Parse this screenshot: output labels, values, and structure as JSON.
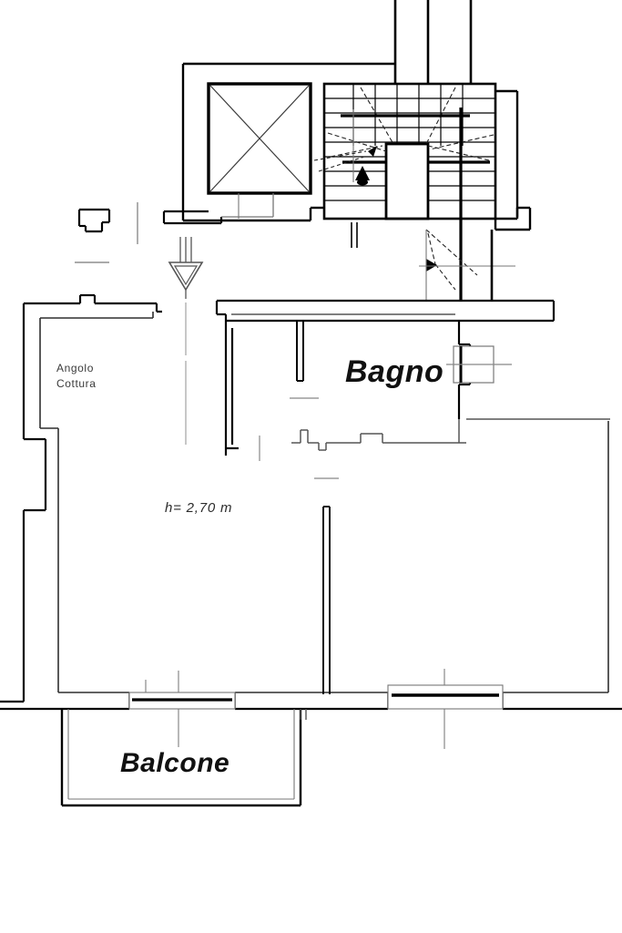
{
  "document": {
    "type": "architectural-floor-plan",
    "title": "Planimetria",
    "language": "it",
    "background_color": "#ffffff",
    "line_color": "#000000",
    "thin_line_color": "#555555"
  },
  "labels": {
    "bathroom": "Bagno",
    "balcony": "Balcone",
    "kitchen_line1": "Angolo",
    "kitchen_line2": "Cottura",
    "ceiling_height": "h= 2,70 m"
  },
  "rooms": [
    {
      "id": "angolo-cottura",
      "name": "Angolo Cottura",
      "kind": "kitchenette"
    },
    {
      "id": "bagno",
      "name": "Bagno",
      "kind": "bathroom"
    },
    {
      "id": "balcone",
      "name": "Balcone",
      "kind": "balcony"
    },
    {
      "id": "soggiorno",
      "name": "",
      "kind": "living-area"
    }
  ],
  "annotations": [
    {
      "id": "ceiling-height",
      "text": "h= 2,70 m",
      "meaning": "ceiling height 2.70 metres"
    }
  ],
  "symbols": [
    {
      "id": "elevator-shaft",
      "kind": "shaft-with-cross",
      "description": "square shaft marked with diagonal cross"
    },
    {
      "id": "staircase",
      "kind": "stair-run",
      "treads": 9,
      "description": "common stairwell with central landing shaft"
    },
    {
      "id": "section-marker",
      "kind": "view-direction-arrow",
      "description": "downward pointing section marker"
    },
    {
      "id": "door-swing-upper",
      "kind": "door-swing-arc"
    },
    {
      "id": "door-swing-lower",
      "kind": "door-swing-arc"
    },
    {
      "id": "window-south-left",
      "kind": "window-opening"
    },
    {
      "id": "window-south-right",
      "kind": "window-opening"
    },
    {
      "id": "window-east-bagno",
      "kind": "window-opening"
    },
    {
      "id": "neighbour-wall-stub",
      "kind": "adjacent-unit-fragment"
    }
  ]
}
